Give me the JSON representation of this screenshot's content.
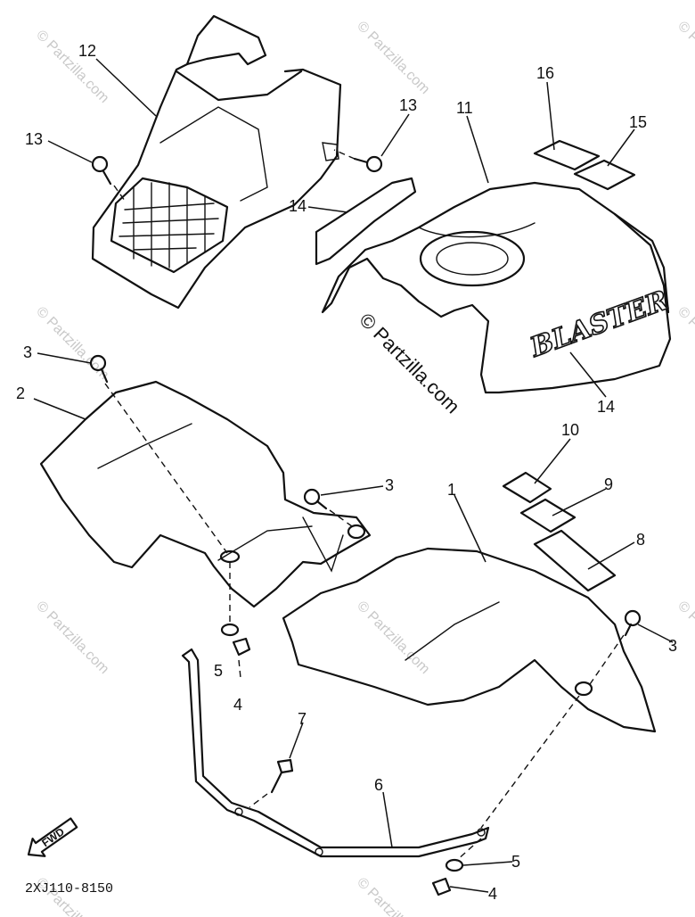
{
  "diagram": {
    "callouts": [
      {
        "id": "12",
        "text": "12"
      },
      {
        "id": "13a",
        "text": "13"
      },
      {
        "id": "13b",
        "text": "13"
      },
      {
        "id": "11",
        "text": "11"
      },
      {
        "id": "16",
        "text": "16"
      },
      {
        "id": "15",
        "text": "15"
      },
      {
        "id": "14a",
        "text": "14"
      },
      {
        "id": "14b",
        "text": "14"
      },
      {
        "id": "3a",
        "text": "3"
      },
      {
        "id": "2",
        "text": "2"
      },
      {
        "id": "3b",
        "text": "3"
      },
      {
        "id": "10",
        "text": "10"
      },
      {
        "id": "9",
        "text": "9"
      },
      {
        "id": "1",
        "text": "1"
      },
      {
        "id": "8",
        "text": "8"
      },
      {
        "id": "3c",
        "text": "3"
      },
      {
        "id": "5a",
        "text": "5"
      },
      {
        "id": "4a",
        "text": "4"
      },
      {
        "id": "7",
        "text": "7"
      },
      {
        "id": "6",
        "text": "6"
      },
      {
        "id": "5b",
        "text": "5"
      },
      {
        "id": "4b",
        "text": "4"
      }
    ],
    "decal_brand": "BLASTER",
    "direction_label": "FWD",
    "drawing_code": "2XJ110-8150",
    "watermark_main": "© Partzilla.com",
    "watermark_repeat": "© Partzilla.com"
  }
}
